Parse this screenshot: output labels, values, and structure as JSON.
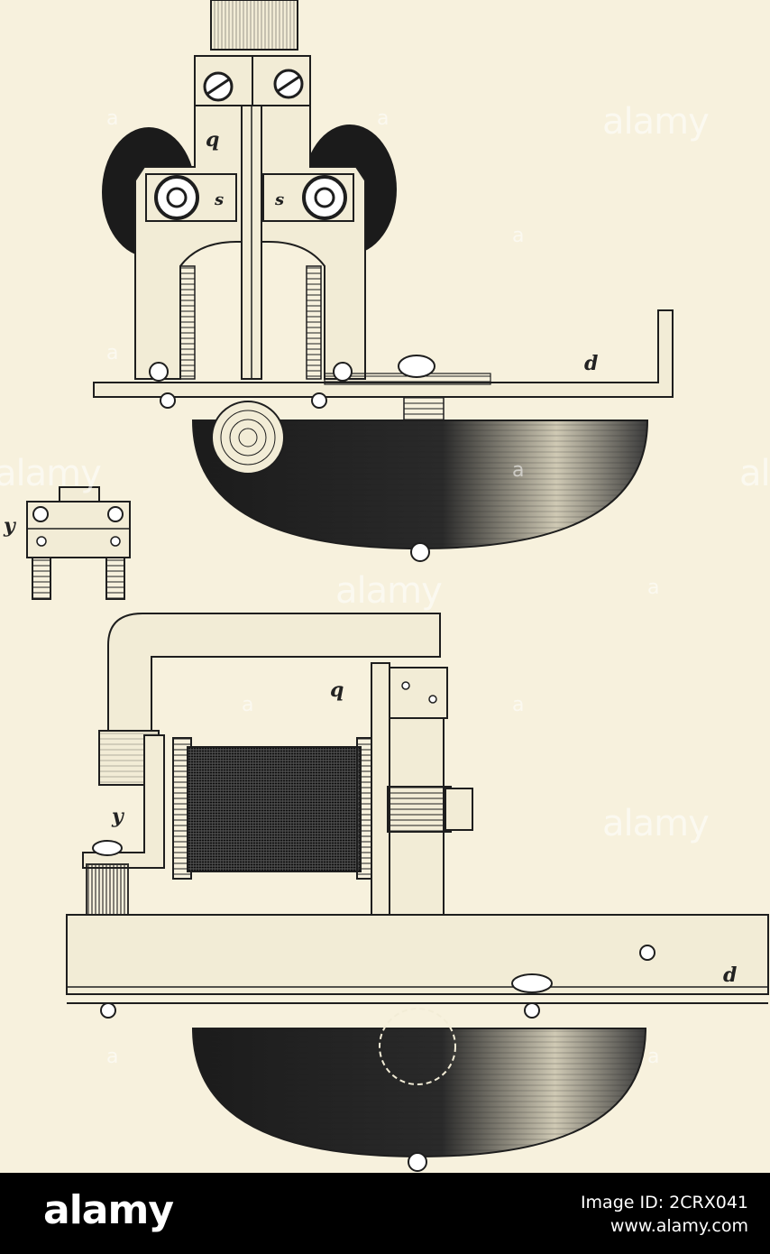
{
  "figure": {
    "labels": {
      "top_q": "q",
      "top_s_left": "s",
      "top_s_right": "s",
      "top_d": "d",
      "small_y": "y",
      "bottom_q": "q",
      "bottom_y": "y",
      "bottom_d": "d"
    },
    "ink_color": "#1e1e1e",
    "paper_color": "#f7f1dd"
  },
  "watermarks": {
    "text": "alamy",
    "short": "a"
  },
  "footer": {
    "logo": "alamy",
    "image_id": "Image ID: 2CRX041",
    "site": "www.alamy.com"
  }
}
